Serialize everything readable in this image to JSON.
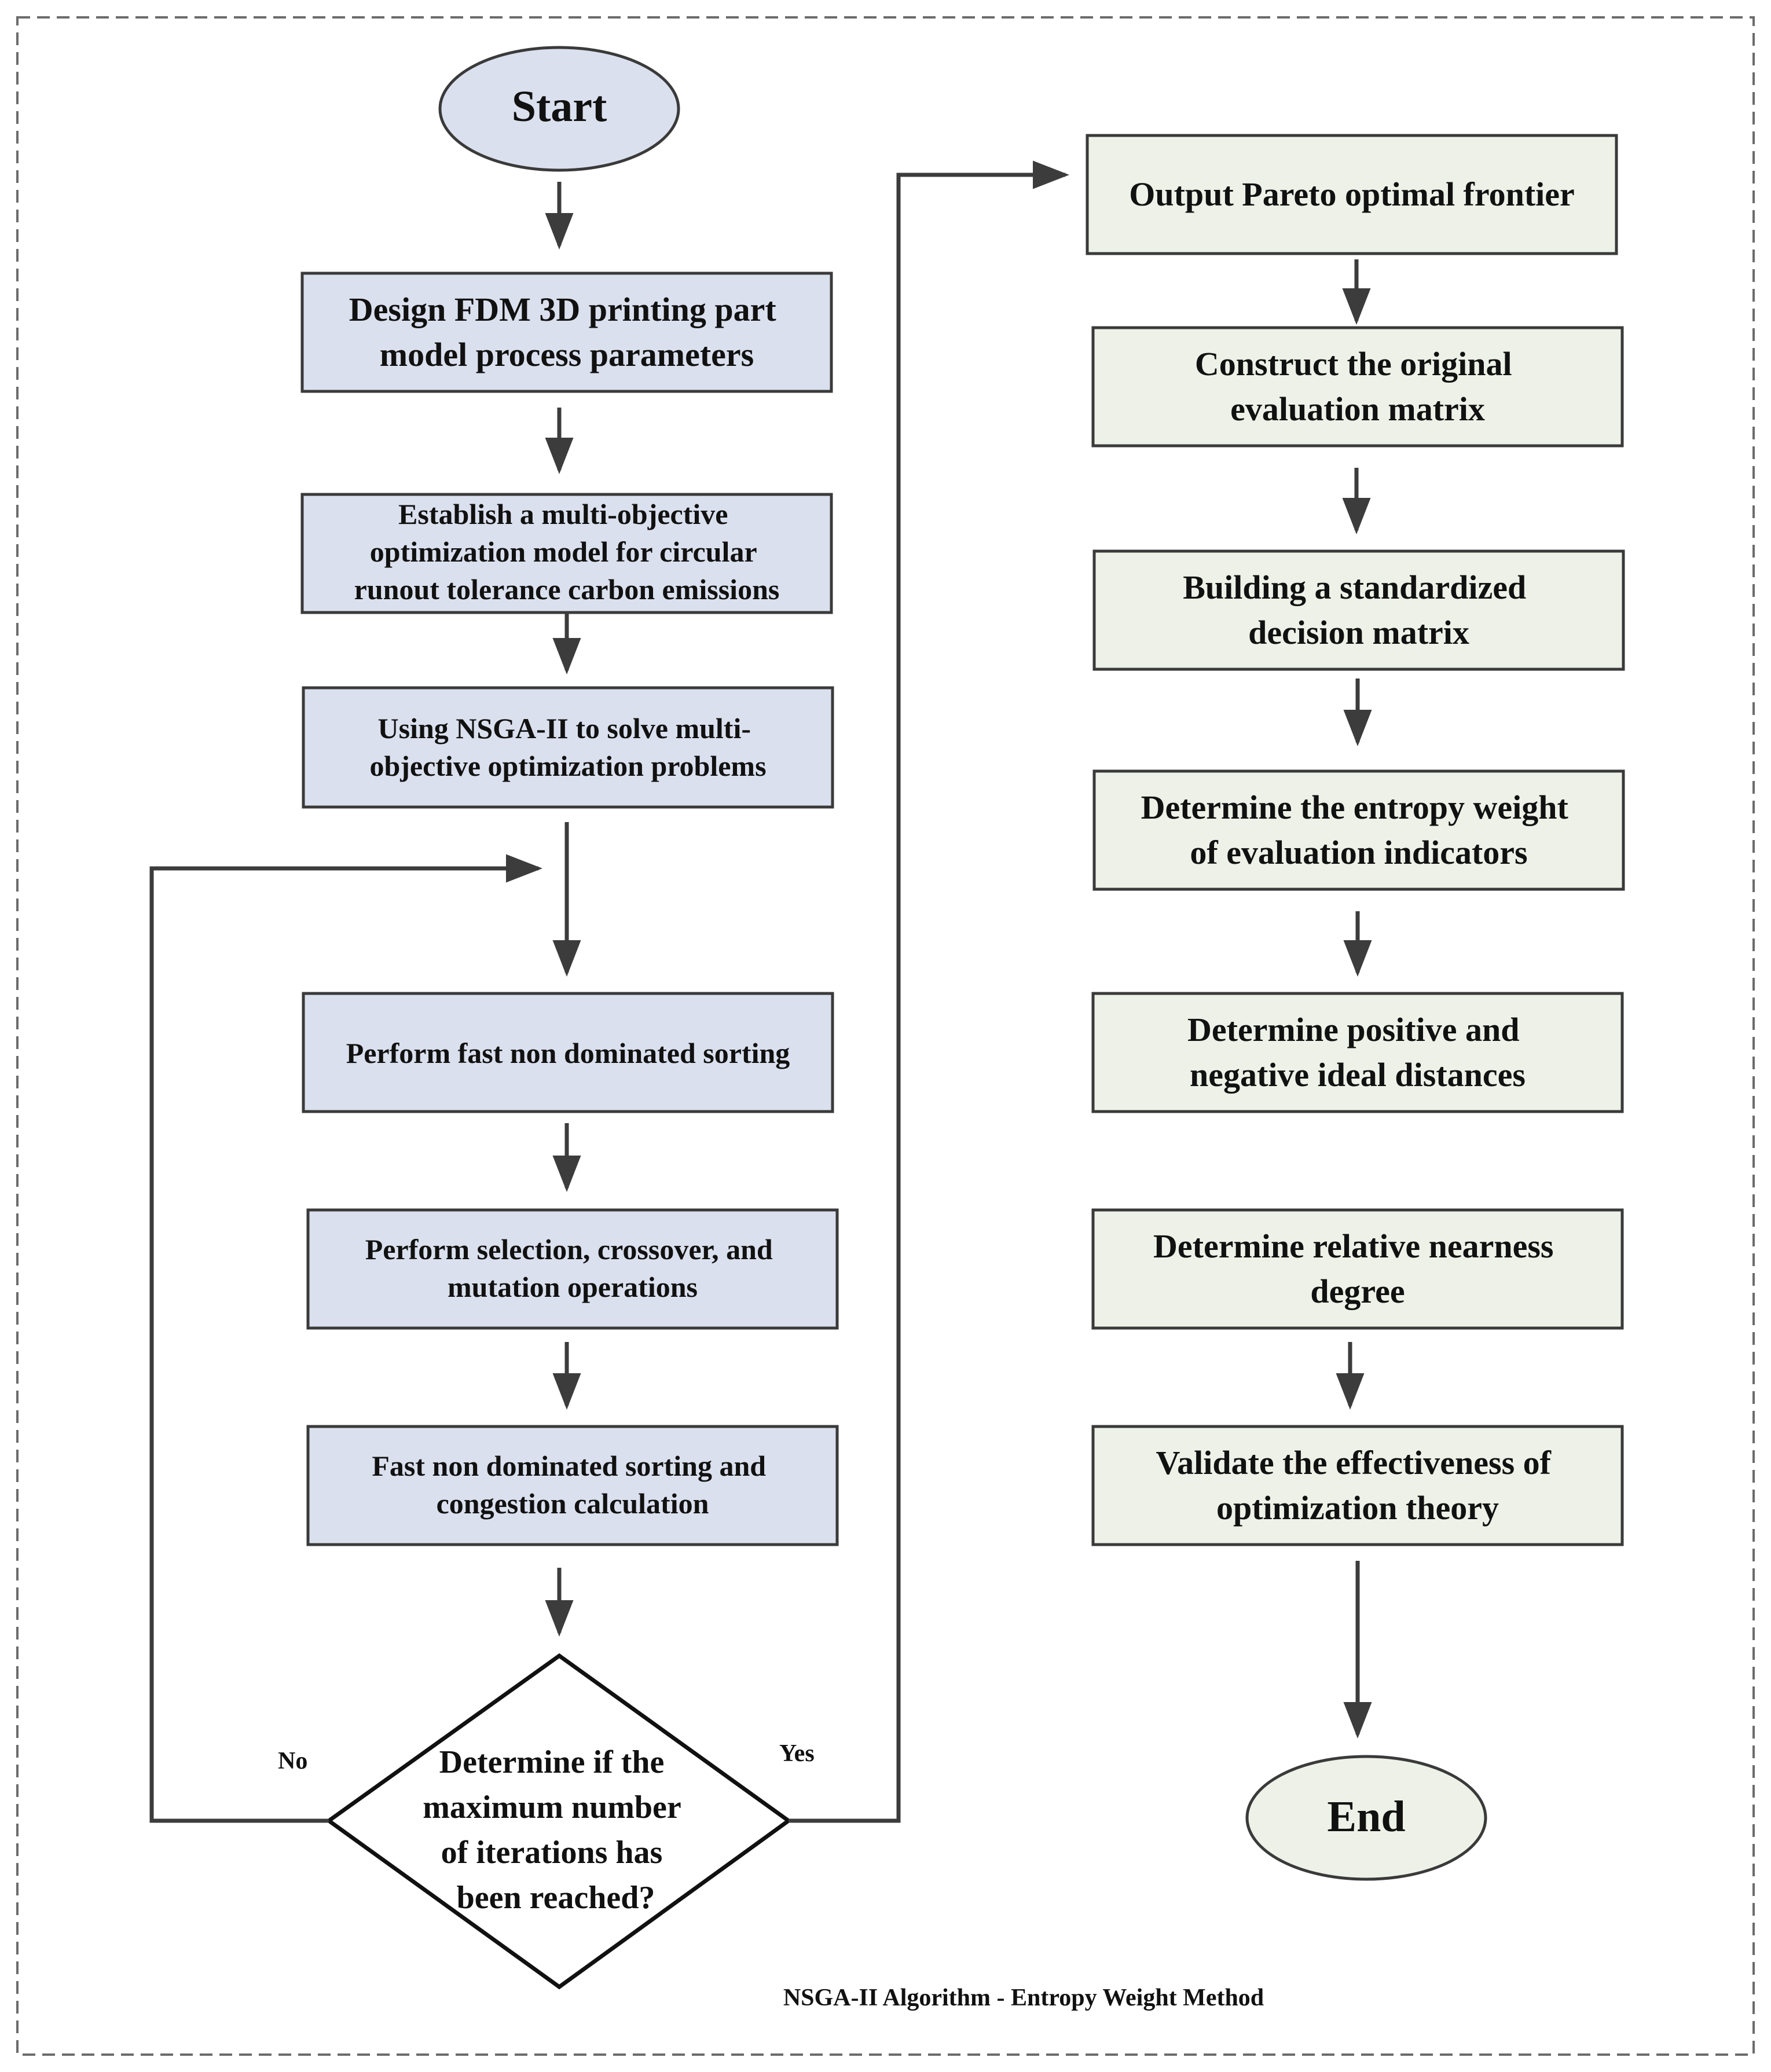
{
  "colors": {
    "left_fill": "#dbe0ee",
    "right_fill": "#edf1e7",
    "stroke": "#3a3a3a",
    "arrow": "#3c3c3c",
    "frame": "#6b6b6b",
    "decision_fill": "#ffffff"
  },
  "start_label": "Start",
  "end_label": "End",
  "left_steps": [
    "Design FDM 3D printing part model process parameters",
    "Establish a multi-objective optimization model for circular runout tolerance carbon emissions",
    "Using NSGA-II to solve multi-objective optimization problems",
    "Perform fast non dominated sorting",
    "Perform selection, crossover, and mutation operations",
    "Fast non dominated sorting and congestion calculation"
  ],
  "decision": {
    "text": "Determine if the maximum number of iterations has been reached?",
    "no_label": "No",
    "yes_label": "Yes"
  },
  "right_steps": [
    "Output Pareto optimal frontier",
    "Construct the original evaluation matrix",
    "Building a standardized decision matrix",
    "Determine the entropy weight of evaluation indicators",
    "Determine positive and negative ideal distances",
    "Determine relative nearness degree",
    "Validate the effectiveness of optimization theory"
  ],
  "caption": "NSGA-II Algorithm - Entropy Weight Method"
}
